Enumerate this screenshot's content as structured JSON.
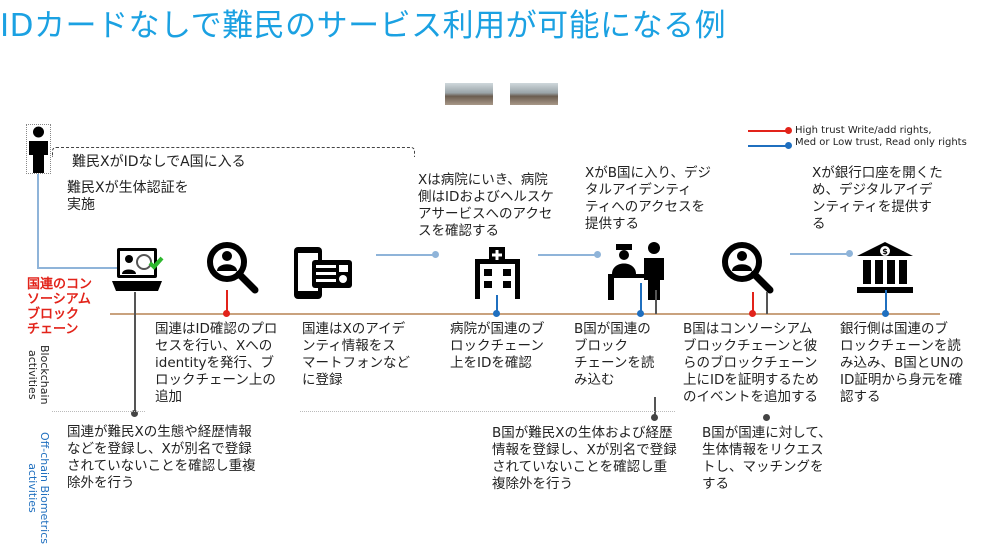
{
  "title": "IDカードなしで難民のサービス利用が可能になる例",
  "legend": {
    "high": "High trust Write/add rights,",
    "low": "Med or Low trust, Read only rights",
    "high_color": "#e2231a",
    "low_color": "#1f6fbf"
  },
  "entry": "難民XがIDなしでA国に入る",
  "biometric": "難民Xが生体認証を\n実施",
  "chain_label": "国連のコン\nソーシアム\nブロック\nチェーン",
  "row_labels": {
    "blockchain": "Blockchain\nactivities",
    "offchain": "Off-chain Biometrics\nactivities"
  },
  "top_steps": [
    "Xは病院にいき、病院\n側はIDおよびヘルスケ\nアサービスへのアクセ\nスを確認する",
    "XがB国に入り、デジ\nタルアイデンティ\nティへのアクセスを\n提供する",
    "Xが銀行口座を開くた\nめ、デジタルアイデ\nンティティを提供す\nる"
  ],
  "blockchain_activities": [
    "国連はID確認のプロ\nセスを行い、Xへの\nidentityを発行、ブ\nロックチェーン上の\n追加",
    "国連はXのアイデ\nンティ情報をス\nマートフォンなど\nに登録",
    "病院が国連のブ\nロックチェーン\n上をIDを確認",
    "B国が国連の\nブロック\nチェーンを読\nみ込む",
    "B国はコンソーシアム\nブロックチェーンと彼\nらのブロックチェーン\n上にIDを証明するため\nのイベントを追加する",
    "銀行側は国連のブ\nロックチェーンを読\nみ込み、B国とUNの\nID証明から身元を確\n認する"
  ],
  "offchain_activities": [
    "国連が難民Xの生態や経歴情報\nなどを登録し、Xが別名で登録\nされていないことを確認し重複\n除外を行う",
    "B国が難民Xの生体および経歴\n情報を登録し、Xが別名で登録\nされていないことを確認し重\n複除外を行う",
    "B国が国連に対して、\n生体情報をリクエス\nトし、マッチングを\nする"
  ]
}
